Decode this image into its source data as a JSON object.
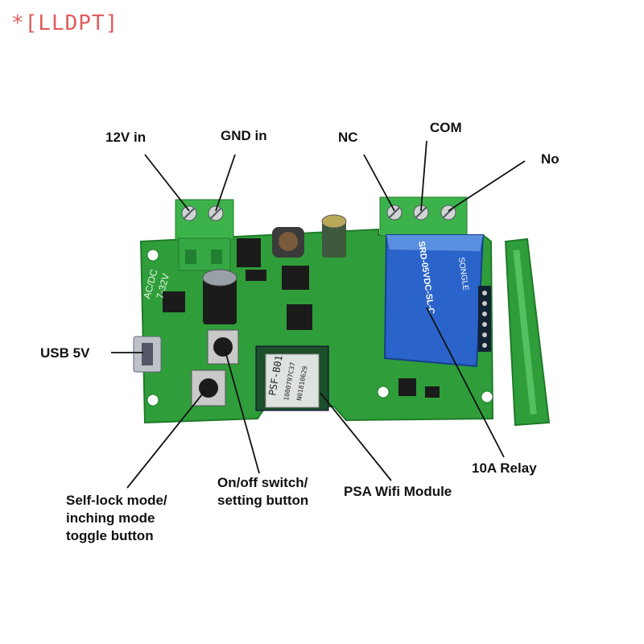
{
  "watermark": "*[LLDPT]",
  "labels": {
    "v12_in": "12V in",
    "gnd_in": "GND in",
    "nc": "NC",
    "com": "COM",
    "no": "No",
    "usb": "USB 5V",
    "relay": "10A Relay",
    "wifi": "PSA Wifi Module",
    "onoff": [
      "On/off switch/",
      "setting button"
    ],
    "selflock": [
      "Self-lock mode/",
      "inching mode",
      "toggle button"
    ]
  },
  "board_text": {
    "acdc": "AC/DC",
    "voltage": "7-32V",
    "relay_model": "SRD-05VDC-SL-C",
    "relay_brand": "SONGLE",
    "module_name": "PSF-B01",
    "module_code1": "1000797C37",
    "module_code2": "N01810629"
  },
  "colors": {
    "pcb": "#2f9e3a",
    "pcb_dark": "#1f7a2a",
    "terminal": "#3cb34a",
    "relay": "#2a63c9",
    "chip": "#1b1b1b",
    "callout": "#111111",
    "watermark": "#e05c5c"
  },
  "icons": [
    "screw-terminal-icon",
    "relay-icon",
    "wifi-module-icon",
    "usb-port-icon",
    "push-button-icon",
    "capacitor-icon",
    "inductor-icon"
  ]
}
